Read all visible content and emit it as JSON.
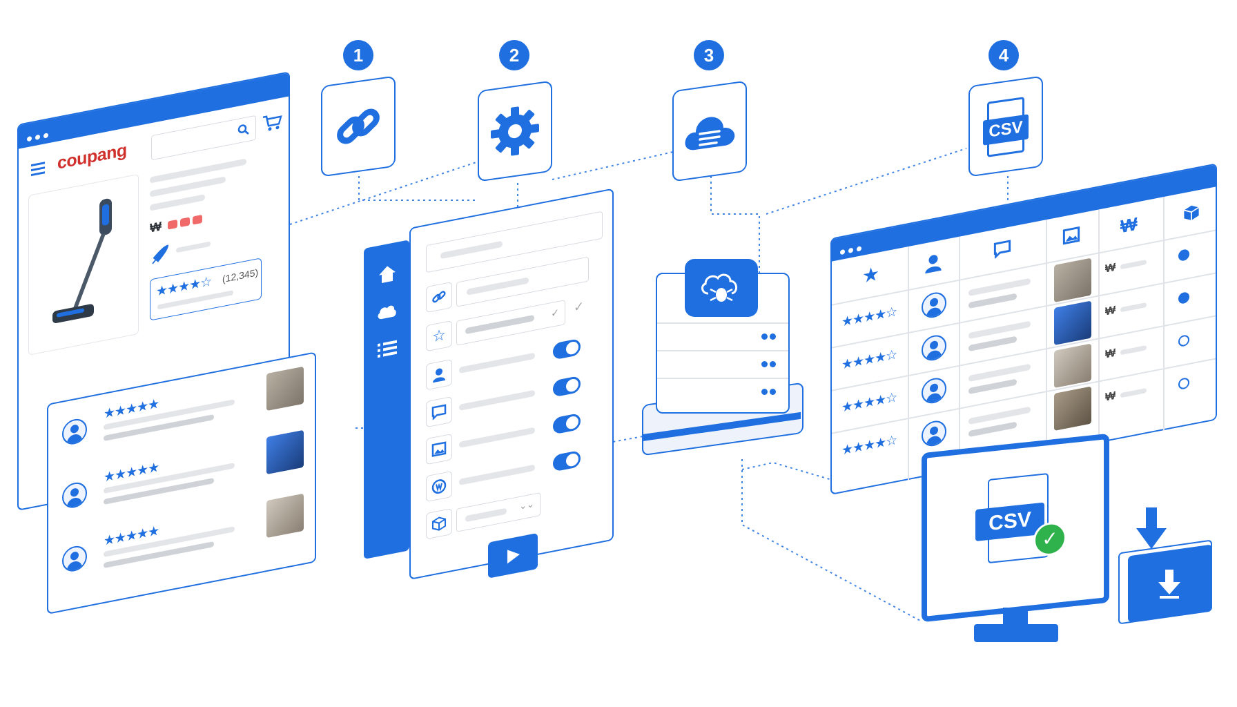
{
  "colors": {
    "accent": "#1f6fe0",
    "success": "#2fb24c",
    "muted": "#e3e5e8"
  },
  "steps": [
    {
      "number": "1",
      "icon": "link-icon"
    },
    {
      "number": "2",
      "icon": "gear-icon"
    },
    {
      "number": "3",
      "icon": "cloud-list-icon"
    },
    {
      "number": "4",
      "icon": "csv-file-icon"
    }
  ],
  "shop": {
    "logo": "coupang",
    "currency": "₩",
    "rating_count": "(12,345)",
    "product_icon": "vacuum-cleaner-icon"
  },
  "config": {
    "run_icon": "play-icon",
    "sidebar_icons": [
      "home-icon",
      "cloud-icon",
      "list-icon"
    ],
    "row_icons": [
      "link-icon",
      "star-icon",
      "user-icon",
      "chat-icon",
      "image-icon",
      "price-icon",
      "box-icon"
    ]
  },
  "csv": {
    "file_label": "CSV",
    "monitor_label": "CSV"
  },
  "table": {
    "currency": "₩",
    "header_icons": [
      "star-icon",
      "user-icon",
      "chat-icon",
      "image-icon",
      "won-icon",
      "box-icon"
    ]
  }
}
